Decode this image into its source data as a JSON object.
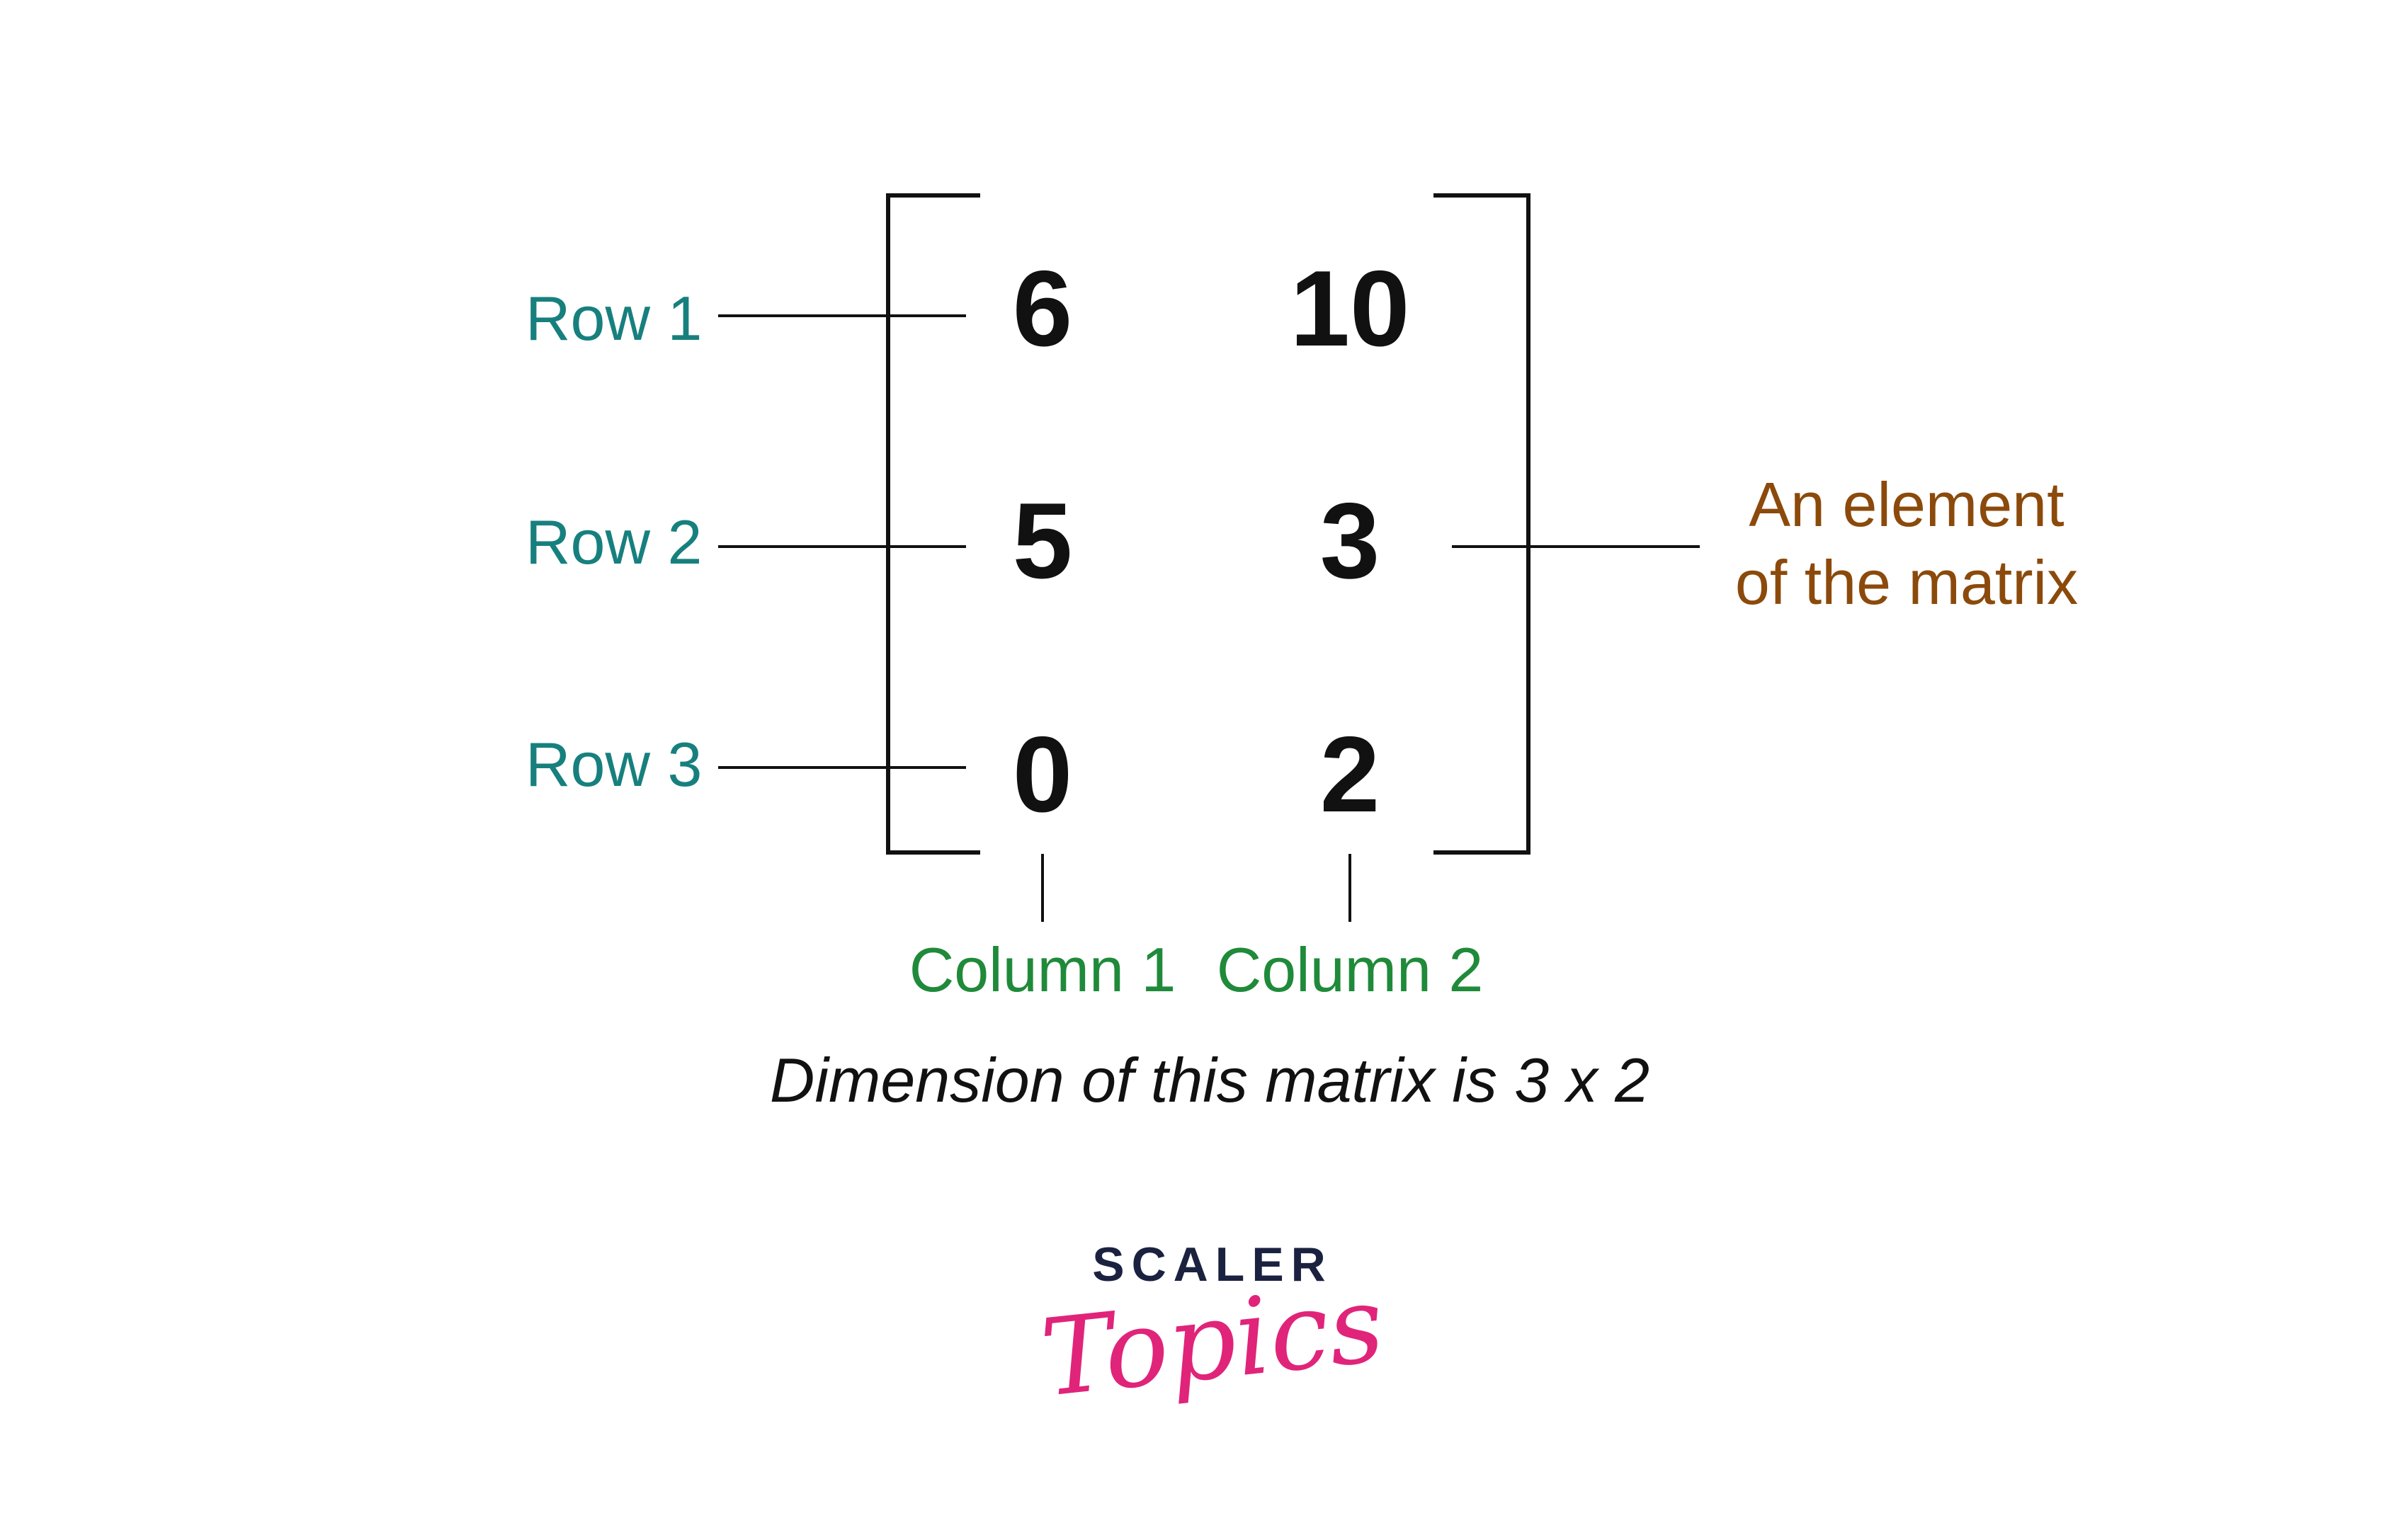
{
  "diagram": {
    "matrix": {
      "rows": [
        [
          "6",
          "10"
        ],
        [
          "5",
          "3"
        ],
        [
          "0",
          "2"
        ]
      ]
    },
    "row_labels": [
      "Row 1",
      "Row 2",
      "Row 3"
    ],
    "column_labels": [
      "Column 1",
      "Column 2"
    ],
    "element_label_lines": [
      "An element",
      "of the matrix"
    ],
    "caption": "Dimension of this matrix is 3 x 2"
  },
  "logo": {
    "top": "SCALER",
    "script": "Topics"
  },
  "colors": {
    "row_label": "#17807e",
    "column_label": "#1f8a3a",
    "element_label": "#8b4a0b",
    "text": "#111111",
    "line": "#111111",
    "logo_dark": "#1b2240",
    "logo_pink": "#e0247a"
  }
}
